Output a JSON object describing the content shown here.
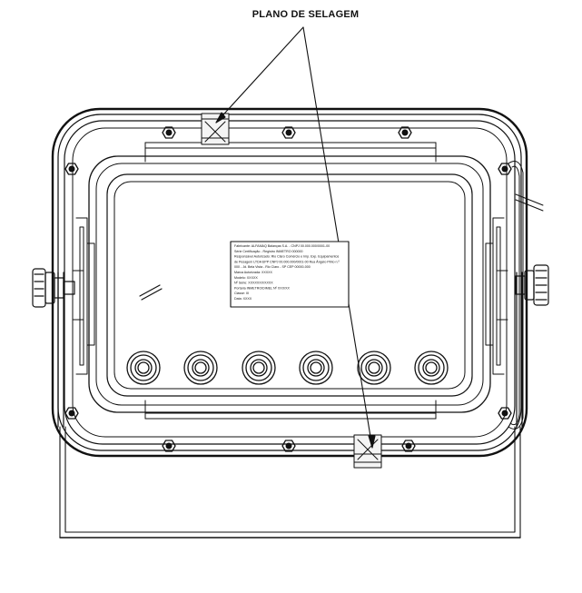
{
  "callout": {
    "label": "PLANO DE SELAGEM"
  },
  "nameplate": {
    "lines": [
      "Fabricante: ALFAMAQ Balanças S.A. - CNPJ 00.000.000/0001-00",
      "Série Certificação - Registro INMETRO 000000",
      "Responsável Autorizado: Rio Claro Comércio e Imp. Exp. Equipamentos",
      "de Pesagem LTDA EPP CNPJ 00.000.000/0001-00 Rua Ângelo Pinto n.º",
      "000 - Jd. Bela Vista - Rio Claro - SP CEP 00000-000",
      "Marca Autorizada: XXXXX",
      "Modelo: XXXXX",
      "Nº Série: XXXXXXX/XXXX",
      "Portaria INMETRO/DIMEL Nº XXX/XX",
      "Classe: III",
      "Data: XXXX"
    ]
  },
  "colors": {
    "stroke": "#111111",
    "paper": "#ffffff",
    "seal_fill": "#f4f4f4"
  },
  "icons": {
    "bolt": "hex-nut-icon",
    "gland": "cable-gland-icon",
    "knob": "mounting-knob-icon",
    "seal": "seal-wire-icon"
  }
}
